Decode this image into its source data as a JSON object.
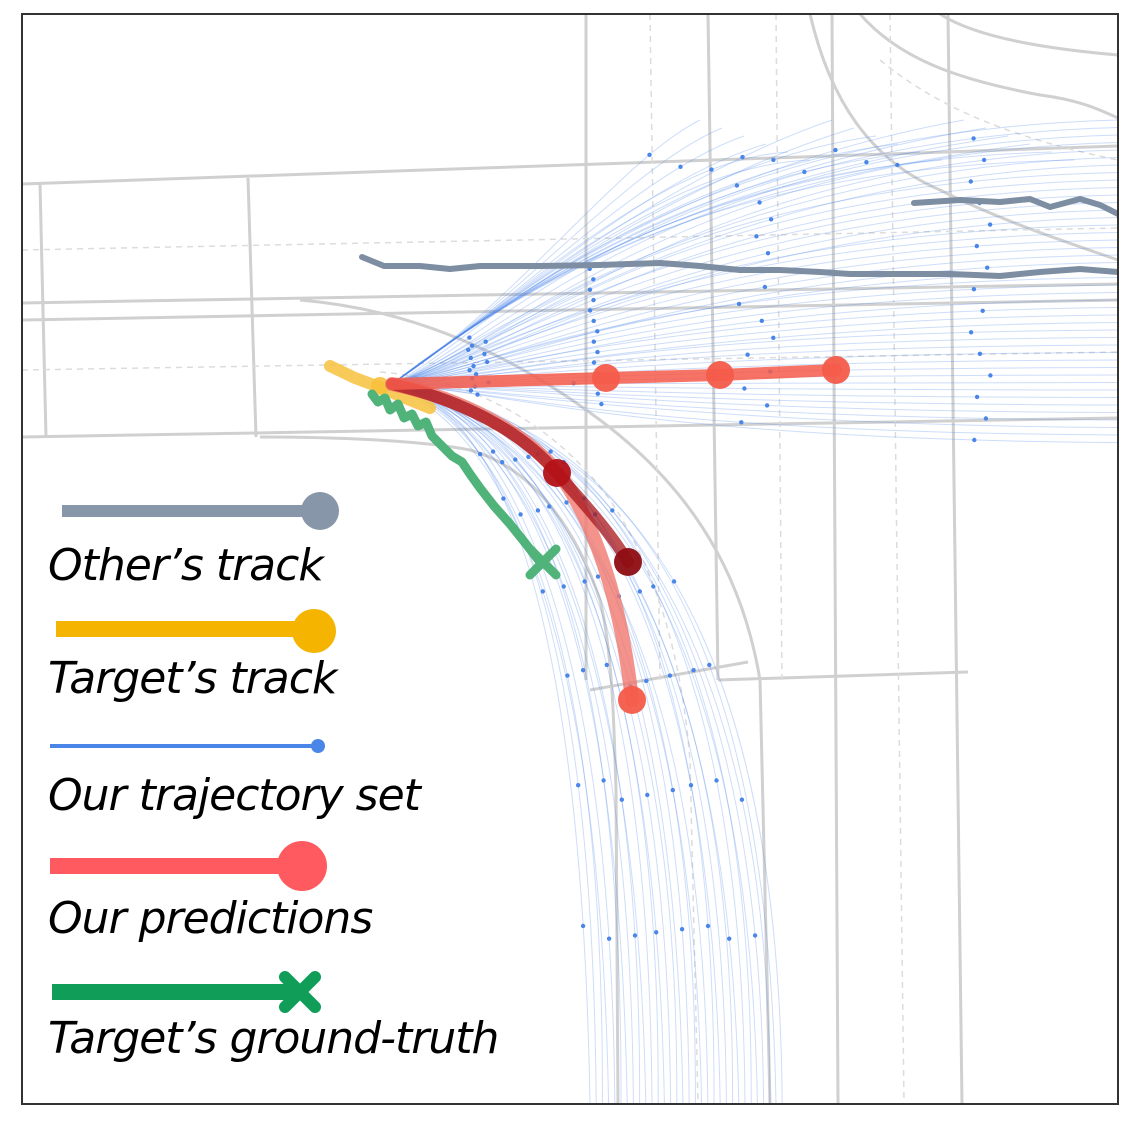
{
  "legend": {
    "items": [
      {
        "key": "others_track",
        "label": "Other’s track",
        "color": "#8796a8",
        "marker": "dot"
      },
      {
        "key": "targets_track",
        "label": "Target’s track",
        "color": "#f4b400",
        "marker": "dot"
      },
      {
        "key": "trajectory_set",
        "label": "Our trajectory set",
        "color": "#4a86e8",
        "marker": "dot"
      },
      {
        "key": "predictions",
        "label": "Our predictions",
        "color": "#ff5a5f",
        "marker": "dot"
      },
      {
        "key": "ground_truth",
        "label": "Target’s ground-truth",
        "color": "#0f9d58",
        "marker": "cross"
      }
    ]
  },
  "colors": {
    "map_lines": "#d0d0d0",
    "others_track": "#7d8ea3",
    "targets_track": "#f7c13c",
    "trajectory_set": "#4a86e8",
    "prediction_1": "#f45b4a",
    "prediction_2": "#a8141a",
    "prediction_3": "#f0786e",
    "ground_truth": "#4fb37a"
  }
}
